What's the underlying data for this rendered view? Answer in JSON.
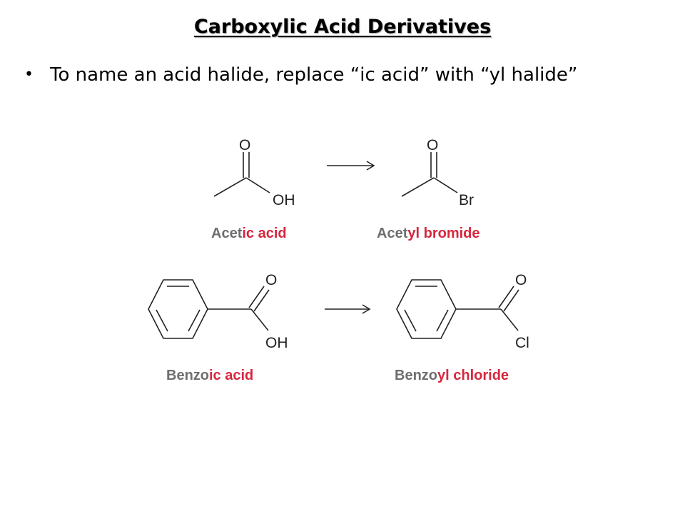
{
  "slide": {
    "title": "Carboxylic Acid Derivatives",
    "bullet": "To name an acid halide, replace “ic acid” with “yl halide”"
  },
  "reactions": [
    {
      "reactant": {
        "atoms": {
          "carbonyl_o": "O",
          "hydroxyl": "OH"
        },
        "name_stem": "Acet",
        "name_suffix": "ic acid"
      },
      "product": {
        "atoms": {
          "carbonyl_o": "O",
          "halogen": "Br"
        },
        "name_stem": "Acet",
        "name_suffix": "yl bromide"
      }
    },
    {
      "reactant": {
        "atoms": {
          "carbonyl_o": "O",
          "hydroxyl": "OH"
        },
        "name_stem": "Benzo",
        "name_suffix": "ic acid"
      },
      "product": {
        "atoms": {
          "carbonyl_o": "O",
          "halogen": "Cl"
        },
        "name_stem": "Benzo",
        "name_suffix": "yl chloride"
      }
    }
  ],
  "colors": {
    "stem": "#6d6e70",
    "suffix": "#d7263d"
  }
}
